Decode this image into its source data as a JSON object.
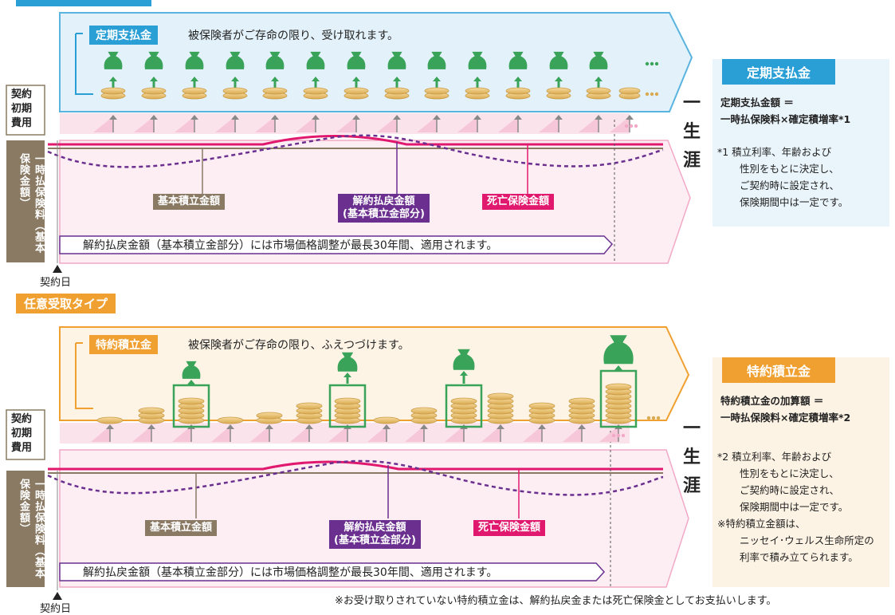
{
  "top": {
    "payment_label": "定期支払金",
    "payment_text": "被保険者がご存命の限り、受け取れます。",
    "initial_cost": [
      "契約",
      "初期",
      "費用"
    ],
    "premium_vertical": "一時払保険料（基本保険金額）",
    "curve_labels": {
      "basic": "基本積立金額",
      "surrender": [
        "解約払戻金額",
        "(基本積立金部分)"
      ],
      "death": "死亡保険金額"
    },
    "mva_text": "解約払戻金額（基本積立金部分）には市場価格調整が最長30年間、適用されます。",
    "contract_date": "契約日",
    "lifelong": [
      "一",
      "生",
      "涯"
    ],
    "side_title": "定期支払金",
    "side_formula": [
      "定期支払金額 ＝",
      "一時払保険料×確定積増率*1"
    ],
    "side_notes": [
      "*1 積立利率、年齢および",
      "性別をもとに決定し、",
      "ご契約時に設定され、",
      "保険期間中は一定です。"
    ]
  },
  "section2_title": "任意受取タイプ",
  "bottom": {
    "payment_label": "特約積立金",
    "payment_text": "被保険者がご存命の限り、ふえつづけます。",
    "initial_cost": [
      "契約",
      "初期",
      "費用"
    ],
    "premium_vertical": "一時払保険料（基本保険金額）",
    "curve_labels": {
      "basic": "基本積立金額",
      "surrender": [
        "解約払戻金額",
        "(基本積立金部分)"
      ],
      "death": "死亡保険金額"
    },
    "mva_text": "解約払戻金額（基本積立金部分）には市場価格調整が最長30年間、適用されます。",
    "contract_date": "契約日",
    "lifelong": [
      "一",
      "生",
      "涯"
    ],
    "side_title": "特約積立金",
    "side_formula": [
      "特約積立金の加算額 ＝",
      "一時払保険料×確定積増率*2"
    ],
    "side_notes": [
      "*2 積立利率、年齢および",
      "性別をもとに決定し、",
      "ご契約時に設定され、",
      "保険期間中は一定です。",
      "※特約積立金額は、",
      "ニッセイ･ウェルス生命所定の",
      "利率で積み立てられます。"
    ]
  },
  "footer_note": "※お受け取りされていない特約積立金は、解約払戻金または死亡保険金としてお支払いします。",
  "ellipsis": "•••",
  "colors": {
    "blue": "#2a9fd6",
    "orange": "#f0a030",
    "green": "#3aa35a",
    "pink": "#e0196e",
    "purple": "#6b2f8f",
    "taupe": "#8a7a64"
  }
}
